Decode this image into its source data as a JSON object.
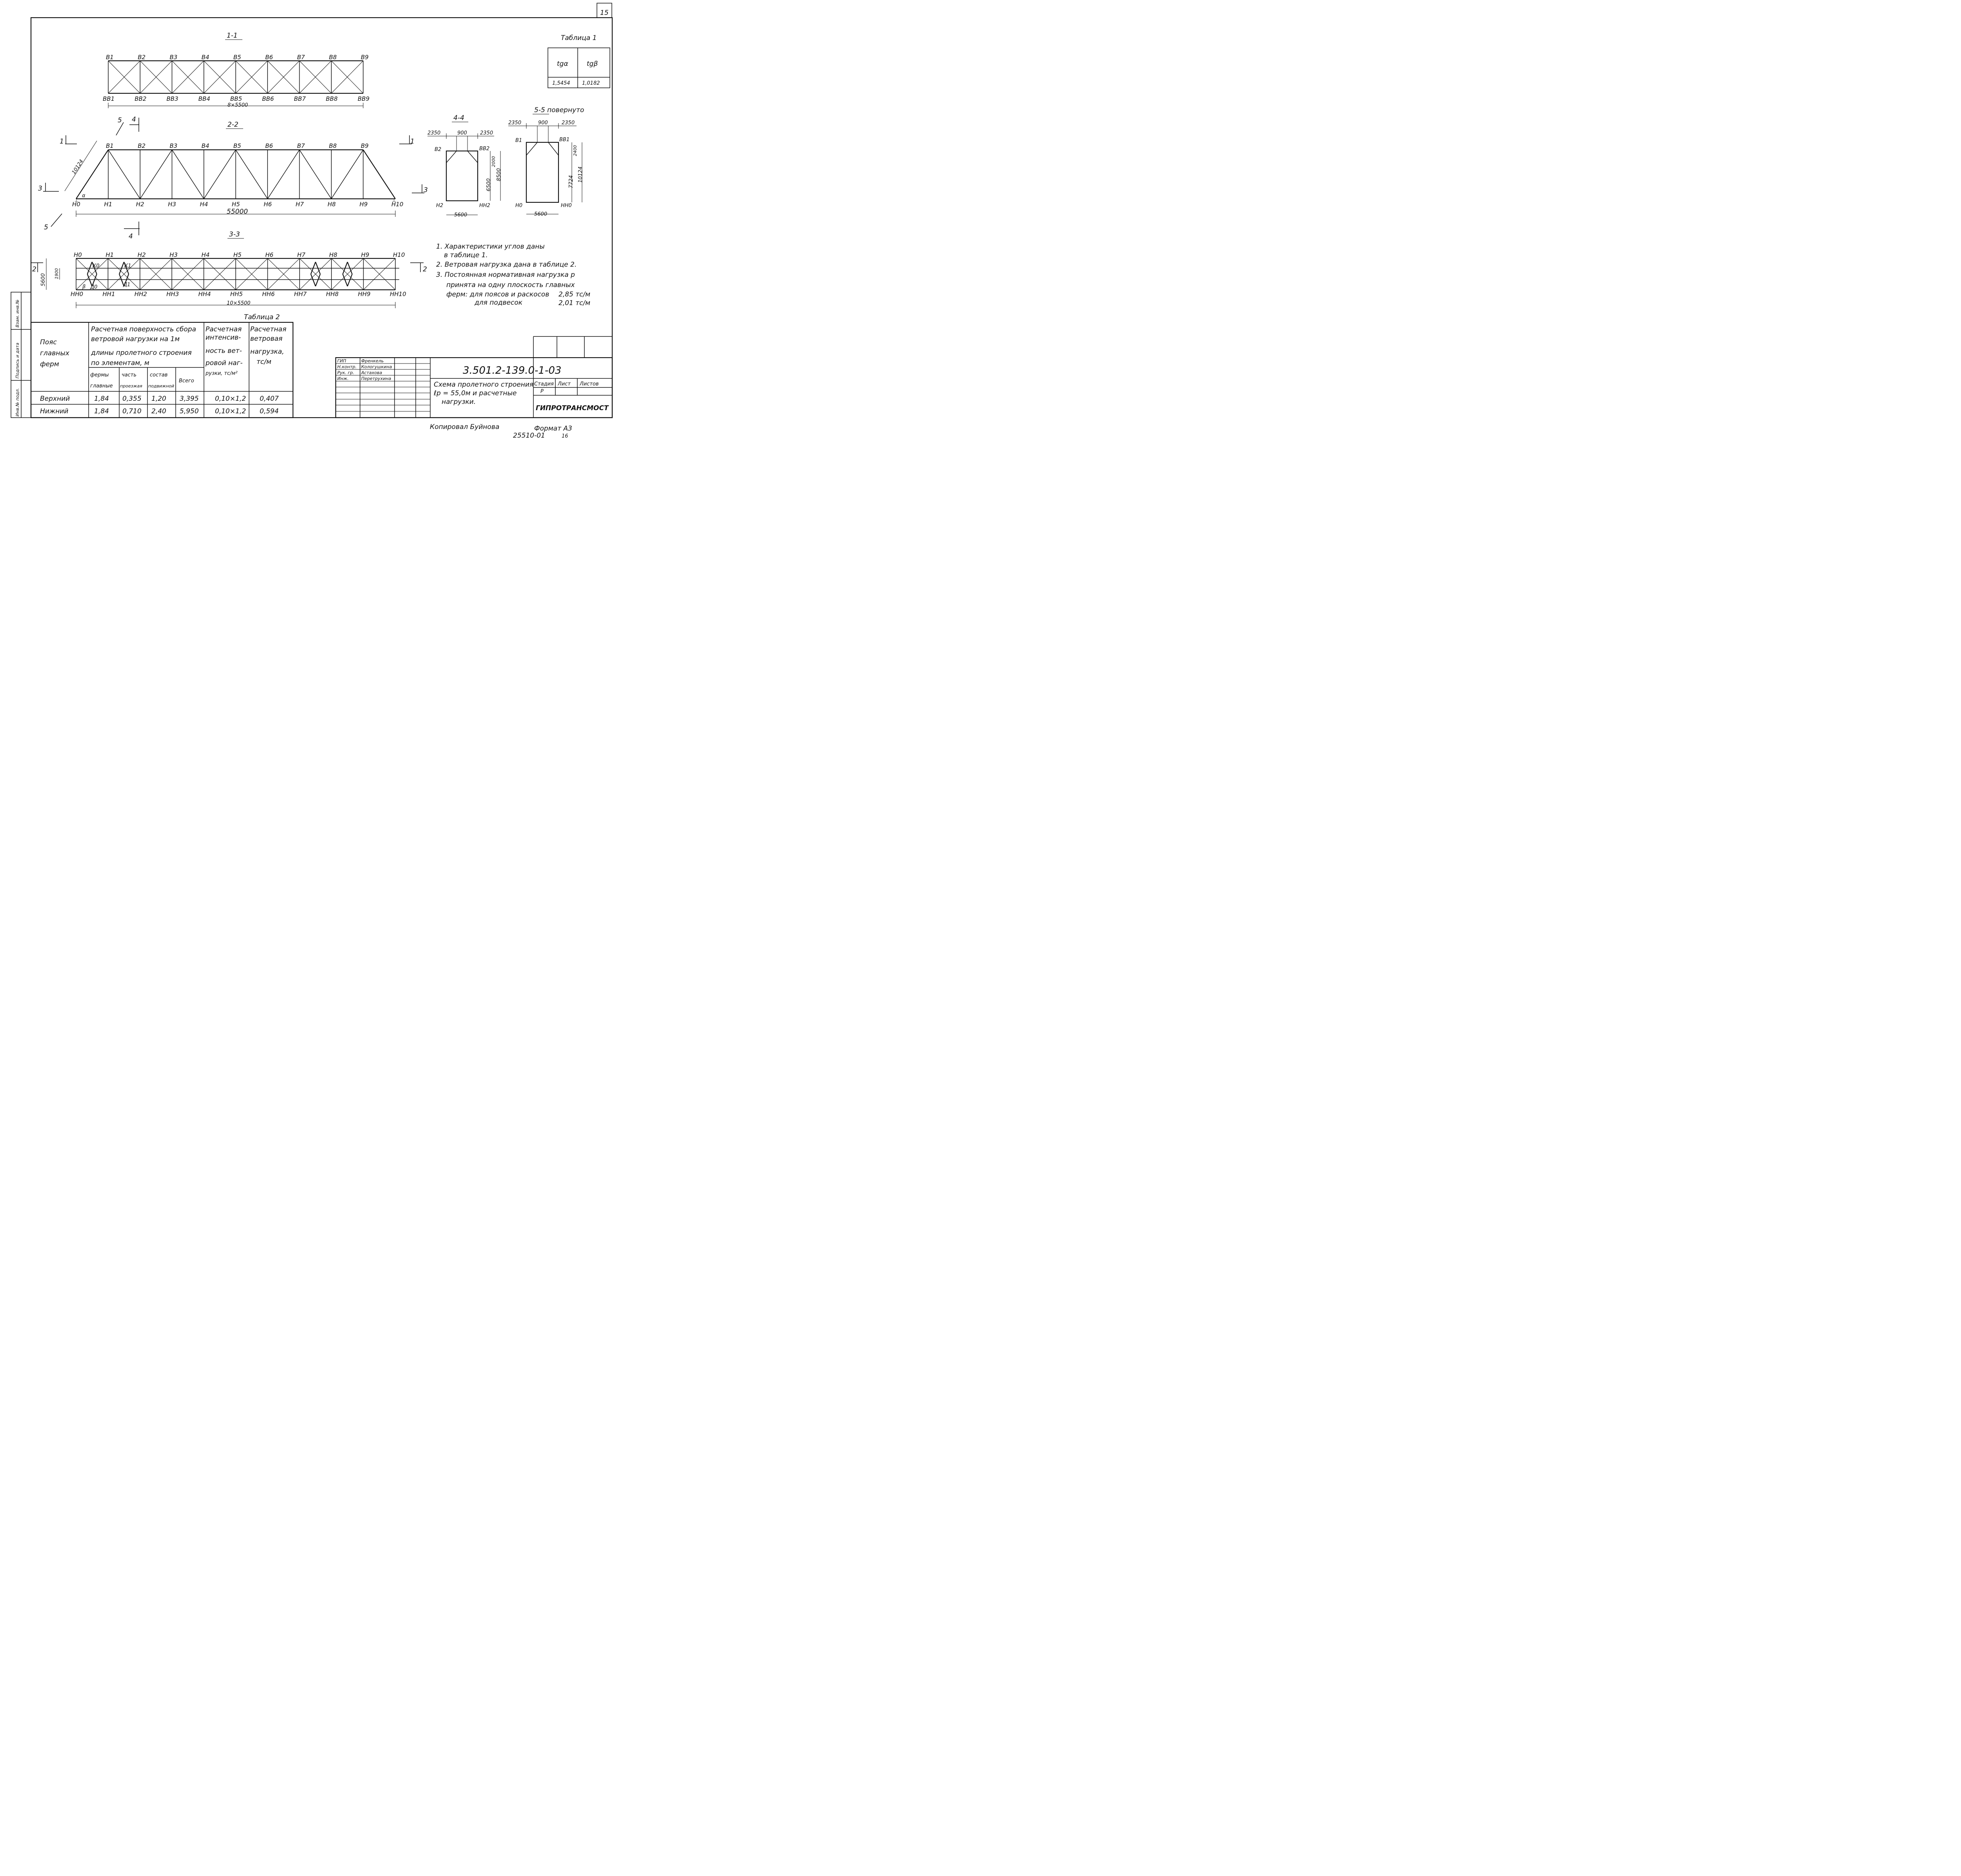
{
  "sheet_number": "15",
  "section_titles": {
    "s11": "1-1",
    "s22": "2-2",
    "s33": "3-3",
    "s44": "4-4",
    "s55": "5-5 повернуто"
  },
  "cut_marks": {
    "c1": "1",
    "c2": "2",
    "c3": "3",
    "c4": "4",
    "c5": "5"
  },
  "top_chord_nodes": [
    "В1",
    "В2",
    "В3",
    "В4",
    "В5",
    "В6",
    "В7",
    "В8",
    "В9"
  ],
  "upper_bracing_nodes": [
    "ВВ1",
    "ВВ2",
    "ВВ3",
    "ВВ4",
    "ВВ5",
    "ВВ6",
    "ВВ7",
    "ВВ8",
    "ВВ9"
  ],
  "bottom_chord_nodes": [
    "Н0",
    "Н1",
    "Н2",
    "Н3",
    "Н4",
    "Н5",
    "Н6",
    "Н7",
    "Н8",
    "Н9",
    "Н10"
  ],
  "lower_bracing_nodes": [
    "НН0",
    "НН1",
    "НН2",
    "НН3",
    "НН4",
    "НН5",
    "НН6",
    "НН7",
    "НН8",
    "НН9",
    "НН10"
  ],
  "plan_marks": {
    "k0": "К0",
    "k1": "К1",
    "d0": "Д0",
    "d1": "Д1",
    "beta": "β",
    "alpha": "α"
  },
  "dims": {
    "top_span": "8×5500",
    "total_span": "55000",
    "bottom_span": "10×5500",
    "diag": "10124",
    "plan_width": "5600",
    "plan_inner": "1900",
    "s44_left": "2350",
    "s44_mid": "900",
    "s44_right": "2350",
    "s44_h1": "2000",
    "s44_h2": "6500",
    "s44_h3": "8500",
    "s44_w": "5600",
    "s55_left": "2350",
    "s55_mid": "900",
    "s55_right": "2350",
    "s55_h1": "2400",
    "s55_h2": "7724",
    "s55_h3": "10124",
    "s55_w": "5600"
  },
  "s44_labels": {
    "b2": "В2",
    "bb2": "ВВ2",
    "h2": "Н2",
    "hh2": "НН2"
  },
  "s55_labels": {
    "b1": "В1",
    "bb1": "ВВ1",
    "h0": "Н0",
    "hh0": "НН0"
  },
  "table1": {
    "title": "Таблица 1",
    "headers": [
      "tgα",
      "tgβ"
    ],
    "values": [
      "1,5454",
      "1,0182"
    ]
  },
  "notes": [
    "1. Характеристики углов даны",
    "в таблице 1.",
    "2. Ветровая нагрузка дана в таблице 2.",
    "3. Постоянная нормативная нагрузка p",
    "принята на одну плоскость главных",
    "ферм: для поясов и раскосов",
    "для подвесок"
  ],
  "note_values": {
    "chords": "2,85 тс/м",
    "hangers": "2,01 тс/м"
  },
  "table2": {
    "title": "Таблица 2",
    "h_belt": [
      "Пояс",
      "главных",
      "ферм"
    ],
    "h_surface": [
      "Расчетная поверхность сбора",
      "ветровой нагрузки на 1м",
      "длины пролетного строения",
      "по элементам, м"
    ],
    "h_intensity": [
      "Расчетная",
      "интенсив-",
      "ность вет-",
      "ровой наг-",
      "рузки, тс/м²"
    ],
    "h_load": [
      "Расчетная",
      "ветровая",
      "нагрузка,",
      "тс/м"
    ],
    "sub": [
      [
        "фермы",
        "главные"
      ],
      [
        "часть",
        "проезжая"
      ],
      [
        "состав",
        "подвижной"
      ],
      [
        "Всего"
      ]
    ],
    "rows": [
      [
        "Верхний",
        "1,84",
        "0,355",
        "1,20",
        "3,395",
        "0,10×1,2",
        "0,407"
      ],
      [
        "Нижний",
        "1,84",
        "0,710",
        "2,40",
        "5,950",
        "0,10×1,2",
        "0,594"
      ]
    ]
  },
  "stamp": {
    "roles": [
      "ГИП",
      "Н.контр.",
      "Рук. гр.",
      "Инж."
    ],
    "names": [
      "Френкель",
      "Кологушкина",
      "Астахова",
      "Перетрухина"
    ],
    "code": "3.501.2-139.0-1-03",
    "title_lines": [
      "Схема пролетного строения",
      "ℓр = 55,0м и расчетные",
      "нагрузки."
    ],
    "stage_h": "Стадия",
    "sheet_h": "Лист",
    "sheets_h": "Листов",
    "stage": "Р",
    "org": "ГИПРОТРАНСМОСТ"
  },
  "side_stamp": [
    "Инв.№ подл.",
    "Подпись и дата",
    "Взам. инв.№"
  ],
  "footer": {
    "copied": "Копировал Буйнова",
    "format": "Формат А3",
    "doc": "25510-01",
    "page": "16"
  }
}
